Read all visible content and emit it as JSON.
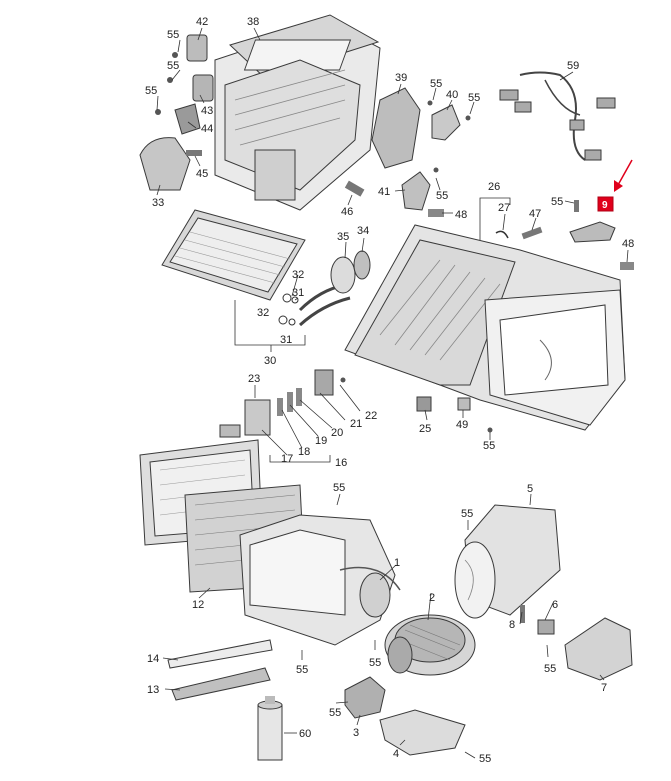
{
  "callouts": [
    {
      "id": "42",
      "text": "42"
    },
    {
      "id": "38",
      "text": "38"
    },
    {
      "id": "55a",
      "text": "55"
    },
    {
      "id": "55b",
      "text": "55"
    },
    {
      "id": "43",
      "text": "43"
    },
    {
      "id": "55c",
      "text": "55"
    },
    {
      "id": "44",
      "text": "44"
    },
    {
      "id": "45",
      "text": "45"
    },
    {
      "id": "33",
      "text": "33"
    },
    {
      "id": "39",
      "text": "39"
    },
    {
      "id": "55d",
      "text": "55"
    },
    {
      "id": "40",
      "text": "40"
    },
    {
      "id": "55e",
      "text": "55"
    },
    {
      "id": "59",
      "text": "59"
    },
    {
      "id": "41",
      "text": "41"
    },
    {
      "id": "55f",
      "text": "55"
    },
    {
      "id": "46",
      "text": "46"
    },
    {
      "id": "48a",
      "text": "48"
    },
    {
      "id": "26",
      "text": "26"
    },
    {
      "id": "27",
      "text": "27"
    },
    {
      "id": "55g",
      "text": "55"
    },
    {
      "id": "47",
      "text": "47"
    },
    {
      "id": "48b",
      "text": "48"
    },
    {
      "id": "35",
      "text": "35"
    },
    {
      "id": "34",
      "text": "34"
    },
    {
      "id": "32a",
      "text": "32"
    },
    {
      "id": "31a",
      "text": "31"
    },
    {
      "id": "32b",
      "text": "32"
    },
    {
      "id": "31b",
      "text": "31"
    },
    {
      "id": "30",
      "text": "30"
    },
    {
      "id": "23",
      "text": "23"
    },
    {
      "id": "22",
      "text": "22"
    },
    {
      "id": "21",
      "text": "21"
    },
    {
      "id": "20",
      "text": "20"
    },
    {
      "id": "19",
      "text": "19"
    },
    {
      "id": "18",
      "text": "18"
    },
    {
      "id": "17",
      "text": "17"
    },
    {
      "id": "16",
      "text": "16"
    },
    {
      "id": "25",
      "text": "25"
    },
    {
      "id": "49",
      "text": "49"
    },
    {
      "id": "55h",
      "text": "55"
    },
    {
      "id": "55i",
      "text": "55"
    },
    {
      "id": "5",
      "text": "5"
    },
    {
      "id": "55j",
      "text": "55"
    },
    {
      "id": "1",
      "text": "1"
    },
    {
      "id": "12",
      "text": "12"
    },
    {
      "id": "2",
      "text": "2"
    },
    {
      "id": "6",
      "text": "6"
    },
    {
      "id": "8",
      "text": "8"
    },
    {
      "id": "55k",
      "text": "55"
    },
    {
      "id": "14",
      "text": "14"
    },
    {
      "id": "55l",
      "text": "55"
    },
    {
      "id": "55m",
      "text": "55"
    },
    {
      "id": "13",
      "text": "13"
    },
    {
      "id": "7",
      "text": "7"
    },
    {
      "id": "55n",
      "text": "55"
    },
    {
      "id": "3",
      "text": "3"
    },
    {
      "id": "60",
      "text": "60"
    },
    {
      "id": "4",
      "text": "4"
    },
    {
      "id": "55o",
      "text": "55"
    }
  ],
  "highlight": {
    "text": "9",
    "color": "#e0001b"
  }
}
